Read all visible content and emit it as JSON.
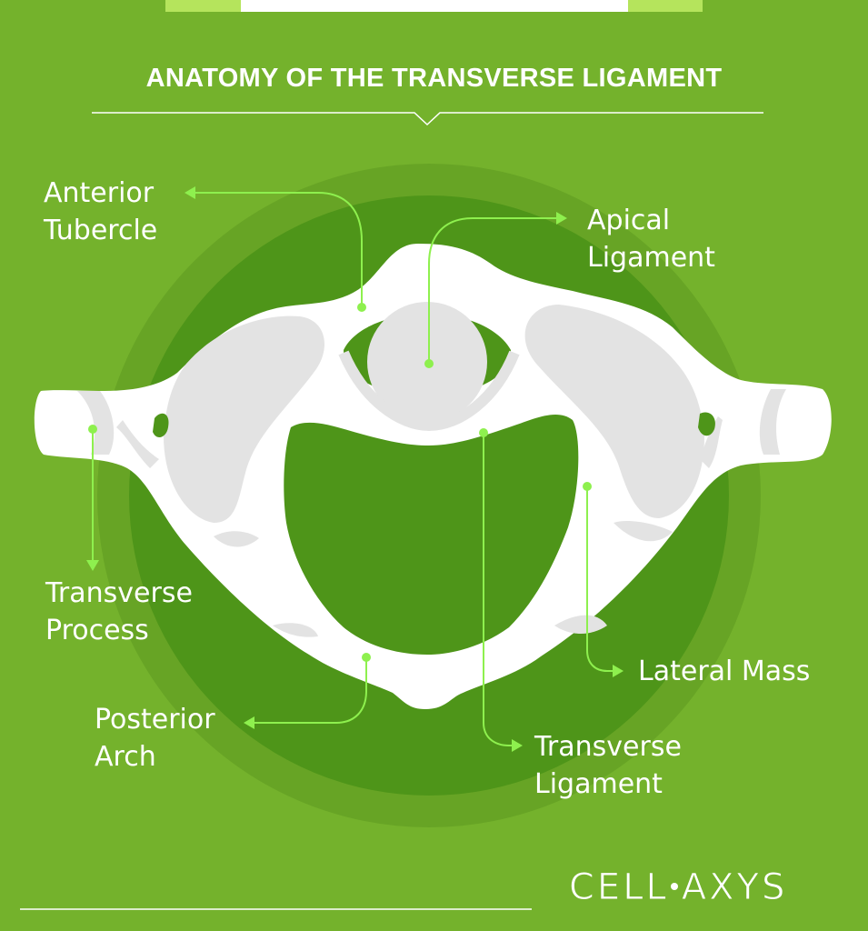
{
  "title": "ANATOMY OF THE TRANSVERSE LIGAMENT",
  "labels": {
    "anterior_tubercle": [
      "Anterior",
      "Tubercle"
    ],
    "apical_ligament": [
      "Apical",
      "Ligament"
    ],
    "transverse_process": [
      "Transverse",
      "Process"
    ],
    "lateral_mass": [
      "Lateral Mass"
    ],
    "posterior_arch": [
      "Posterior",
      "Arch"
    ],
    "transverse_ligament": [
      "Transverse",
      "Ligament"
    ]
  },
  "brand": {
    "left": "CELL",
    "right": "AXYS"
  },
  "colors": {
    "background": "#74b22c",
    "outer_circle": "#67a425",
    "inner_circle": "#4e9519",
    "bone": "#ffffff",
    "bone_shade": "#e3e3e3",
    "pointer": "#8ef04e",
    "top_accent": "#b5e45c"
  }
}
